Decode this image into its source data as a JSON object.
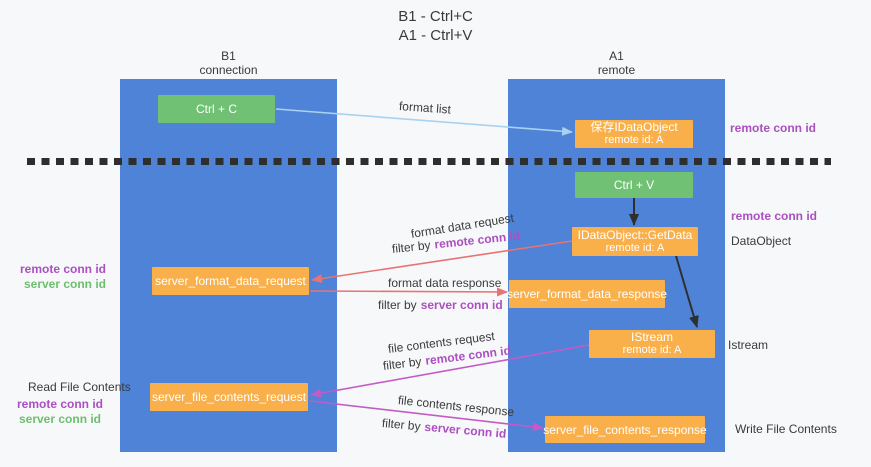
{
  "title": {
    "line1": "B1 - Ctrl+C",
    "line2": "A1 - Ctrl+V"
  },
  "lanes": {
    "left": {
      "name": "B1",
      "role": "connection"
    },
    "right": {
      "name": "A1",
      "role": "remote"
    }
  },
  "nodes": {
    "ctrl_c": {
      "label": "Ctrl + C"
    },
    "ctrl_v": {
      "label": "Ctrl + V"
    },
    "save_dataobject": {
      "line1": "保存IDataObject",
      "line2": "remote id: A"
    },
    "getdata": {
      "line1": "IDataObject::GetData",
      "line2": "remote id: A"
    },
    "istream": {
      "line1": "IStream",
      "line2": "remote id: A"
    },
    "server_format_data_request": {
      "label": "server_format_data_request"
    },
    "server_format_data_response": {
      "label": "server_format_data_response"
    },
    "server_file_contents_request": {
      "label": "server_file_contents_request"
    },
    "server_file_contents_response": {
      "label": "server_file_contents_response"
    }
  },
  "edge_labels": {
    "format_list": "format list",
    "format_data_request": "format data request",
    "format_data_response": "format data response",
    "file_contents_request": "file contents request",
    "file_contents_response": "file contents response",
    "filter_by": "filter by",
    "remote_conn_id": "remote conn id",
    "server_conn_id": "server conn id"
  },
  "side_labels": {
    "remote_conn_id_top_right": "remote conn id",
    "remote_conn_id_mid_right": "remote conn id",
    "dataobject": "DataObject",
    "istream": "Istream",
    "read_file_contents": "Read File Contents",
    "write_file_contents": "Write File Contents",
    "remote_conn_id_left_1": "remote conn id",
    "server_conn_id_left_1": "server conn id",
    "remote_conn_id_left_2": "remote conn id",
    "server_conn_id_left_2": "server conn id"
  },
  "colors": {
    "lane_blue": "#4e83d8",
    "box_green": "#71c175",
    "box_orange": "#f9b04b",
    "arrow_red": "#e87373",
    "arrow_magenta": "#c45ac8",
    "arrow_light_blue": "#a8d2f0",
    "arrow_black": "#2f2f2f",
    "text_purple": "#ab4fc1",
    "text_green": "#6dbf6d"
  }
}
